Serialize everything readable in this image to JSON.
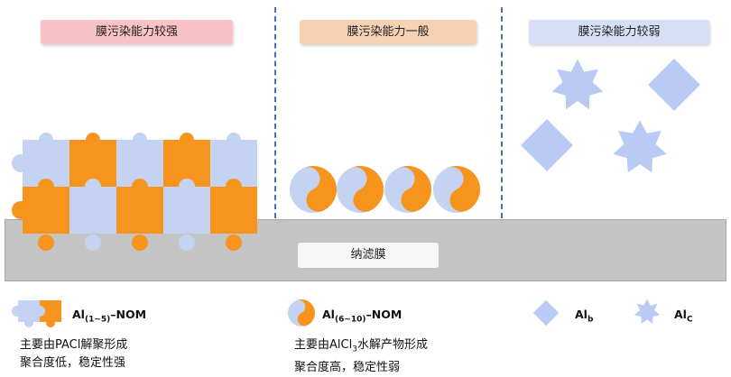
{
  "panels": [
    {
      "title": "膜污染能力较强"
    },
    {
      "title": "膜污染能力一般"
    },
    {
      "title": "膜污染能力较弱"
    }
  ],
  "membrane_label": "纳滤膜",
  "legend": {
    "puzzle": {
      "label_main": "Al",
      "label_sub": "(1~5)",
      "label_tail": "–NOM"
    },
    "yinyang": {
      "label_main": "Al",
      "label_sub": "(6~10)",
      "label_tail": "–NOM"
    },
    "diamond": {
      "label_main": "Al",
      "label_sub": "b"
    },
    "star": {
      "label_main": "Al",
      "label_sub": "C"
    }
  },
  "descriptions": {
    "left": {
      "line1": "主要由PACl解聚形成",
      "line2": "聚合度低，稳定性强"
    },
    "middle": {
      "line1_a": "主要由AlCl",
      "line1_sub": "3",
      "line1_b": "水解产物形成",
      "line2": "聚合度高，稳定性弱"
    }
  },
  "colors": {
    "orange": "#f7941d",
    "lightblue": "#c5d3f2",
    "diamond": "#b9cbf5",
    "membrane": "#c4c4c4",
    "divider": "#4a6fb5"
  }
}
